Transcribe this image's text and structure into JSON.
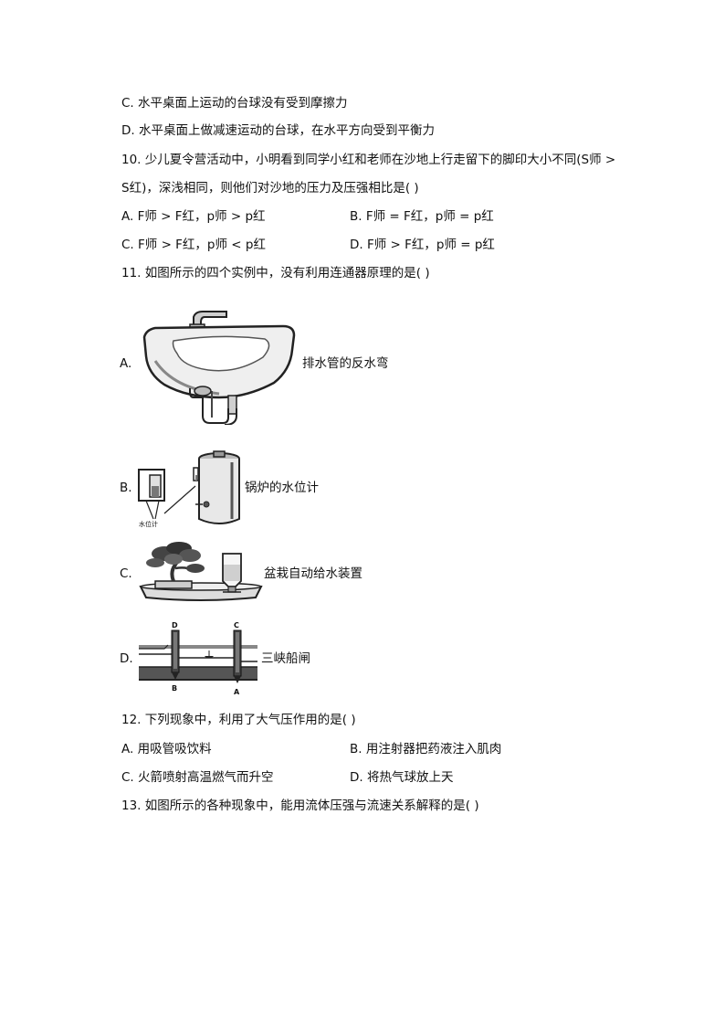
{
  "q9": {
    "c": "C. 水平桌面上运动的台球没有受到摩擦力",
    "d": "D. 水平桌面上做减速运动的台球，在水平方向受到平衡力"
  },
  "q10": {
    "stem1": "10.   少儿夏令营活动中，小明看到同学小红和老师在沙地上行走留下的脚印大小不同(S师 >",
    "stem2": "S红)，深浅相同，则他们对沙地的压力及压强相比是(    )",
    "a": "A.  F师 > F红，p师 > p红",
    "b": "B.  F师 = F红，p师 = p红",
    "c": "C.  F师 > F红，p师 < p红",
    "d": "D.  F师 > F红，p师 = p红"
  },
  "q11": {
    "stem": "11.   如图所示的四个实例中，没有利用连通器原理的是(    )",
    "a_label": "A.",
    "a_caption": "排水管的反水弯",
    "b_label": "B.",
    "b_caption": "锅炉的水位计",
    "b_fig_text": "水位计",
    "c_label": "C.",
    "c_caption": "盆栽自动给水装置",
    "d_label": "D.",
    "d_caption": "三峡船闸",
    "d_fig_letters": [
      "D",
      "C",
      "B",
      "A"
    ]
  },
  "q12": {
    "stem": "12.   下列现象中，利用了大气压作用的是(    )",
    "a": "A.  用吸管吸饮料",
    "b": "B.  用注射器把药液注入肌肉",
    "c": "C. 火箭喷射高温燃气而升空",
    "d": "D.  将热气球放上天"
  },
  "q13": {
    "stem": "13.   如图所示的各种现象中，能用流体压强与流速关系解释的是(    )"
  }
}
